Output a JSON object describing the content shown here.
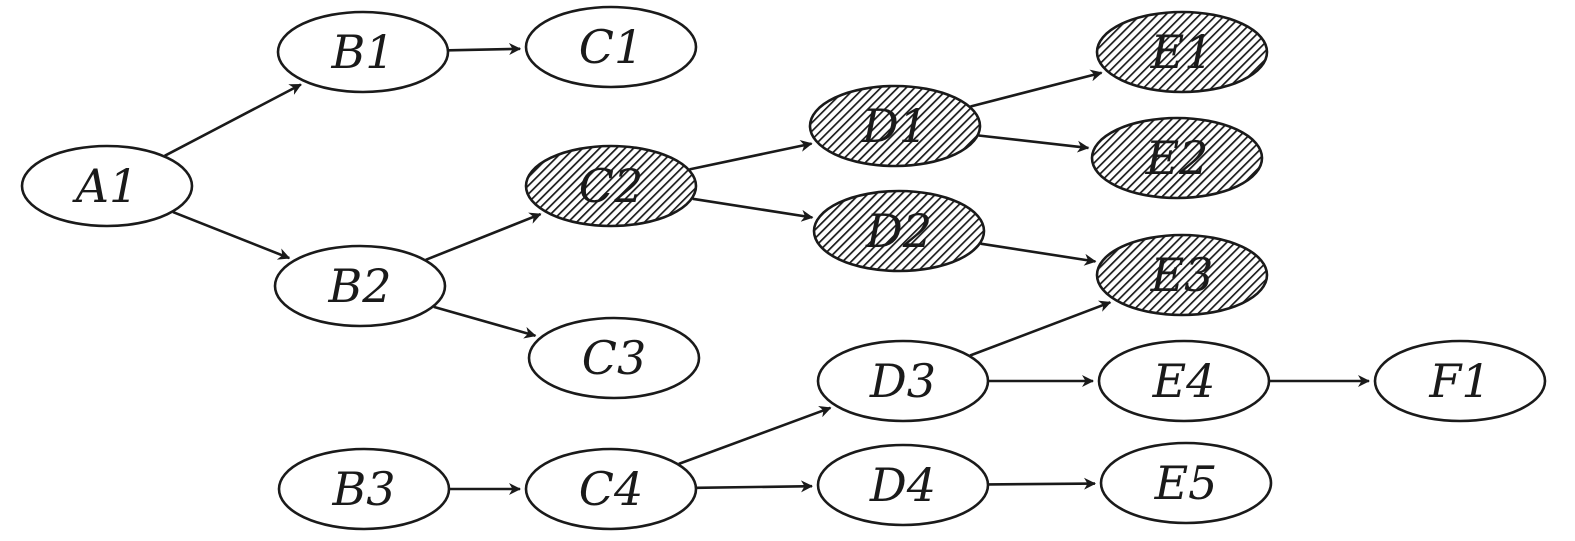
{
  "diagram": {
    "nodes": [
      {
        "id": "A1",
        "label": "A1",
        "hatched": false
      },
      {
        "id": "B1",
        "label": "B1",
        "hatched": false
      },
      {
        "id": "B2",
        "label": "B2",
        "hatched": false
      },
      {
        "id": "B3",
        "label": "B3",
        "hatched": false
      },
      {
        "id": "C1",
        "label": "C1",
        "hatched": false
      },
      {
        "id": "C2",
        "label": "C2",
        "hatched": true
      },
      {
        "id": "C3",
        "label": "C3",
        "hatched": false
      },
      {
        "id": "C4",
        "label": "C4",
        "hatched": false
      },
      {
        "id": "D1",
        "label": "D1",
        "hatched": true
      },
      {
        "id": "D2",
        "label": "D2",
        "hatched": true
      },
      {
        "id": "D3",
        "label": "D3",
        "hatched": false
      },
      {
        "id": "D4",
        "label": "D4",
        "hatched": false
      },
      {
        "id": "E1",
        "label": "E1",
        "hatched": true
      },
      {
        "id": "E2",
        "label": "E2",
        "hatched": true
      },
      {
        "id": "E3",
        "label": "E3",
        "hatched": true
      },
      {
        "id": "E4",
        "label": "E4",
        "hatched": false
      },
      {
        "id": "E5",
        "label": "E5",
        "hatched": false
      },
      {
        "id": "F1",
        "label": "F1",
        "hatched": false
      }
    ],
    "edges": [
      {
        "from": "A1",
        "to": "B1"
      },
      {
        "from": "A1",
        "to": "B2"
      },
      {
        "from": "B1",
        "to": "C1"
      },
      {
        "from": "B2",
        "to": "C2"
      },
      {
        "from": "B2",
        "to": "C3"
      },
      {
        "from": "B3",
        "to": "C4"
      },
      {
        "from": "C2",
        "to": "D1"
      },
      {
        "from": "C2",
        "to": "D2"
      },
      {
        "from": "C4",
        "to": "D3"
      },
      {
        "from": "C4",
        "to": "D4"
      },
      {
        "from": "D1",
        "to": "E1"
      },
      {
        "from": "D1",
        "to": "E2"
      },
      {
        "from": "D2",
        "to": "E3"
      },
      {
        "from": "D3",
        "to": "E3"
      },
      {
        "from": "D3",
        "to": "E4"
      },
      {
        "from": "D4",
        "to": "E5"
      },
      {
        "from": "E4",
        "to": "F1"
      }
    ],
    "colors": {
      "stroke": "#1a1a1a",
      "fill": "#ffffff",
      "hatch": "#1a1a1a"
    }
  }
}
